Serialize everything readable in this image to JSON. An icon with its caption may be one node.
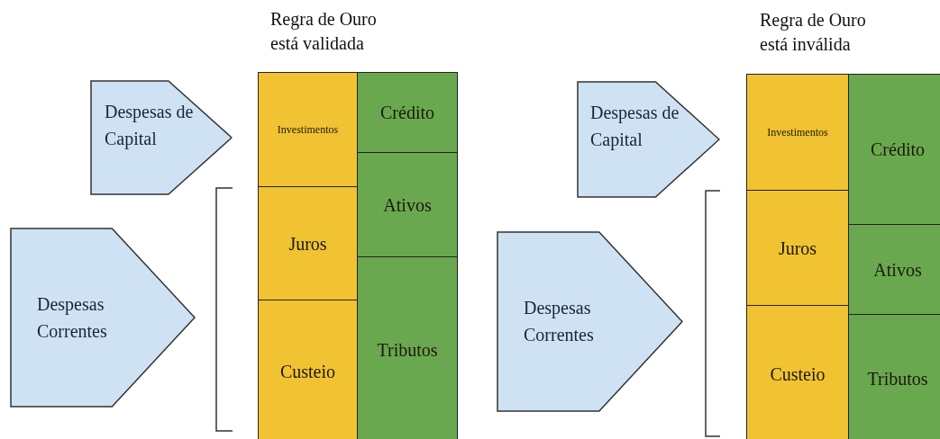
{
  "diagram": {
    "nodes": [
      {
        "text": [
          "Despesas de Capital"
        ]
      },
      {
        "text": [
          "Despesas Correntes"
        ]
      },
      {
        "text": [
          "Investimentos"
        ]
      },
      {
        "text": [
          "Crédito"
        ]
      },
      {
        "text": [
          "Juros"
        ]
      },
      {
        "text": [
          "Ativos"
        ]
      },
      {
        "text": [
          "Custeio"
        ]
      },
      {
        "text": [
          "Tributos"
        ]
      },
      {
        "text": [
          "Despesas de Capital"
        ]
      },
      {
        "text": [
          "Despesas Correntes"
        ]
      },
      {
        "text": [
          "Investimentos"
        ]
      },
      {
        "text": [
          "Crédito"
        ]
      },
      {
        "text": [
          "Juros"
        ]
      },
      {
        "text": [
          "Ativos"
        ]
      },
      {
        "text": [
          "Custeio"
        ]
      },
      {
        "text": [
          "Tributos"
        ]
      }
    ],
    "edges": [],
    "labels": [
      "Regra de Ouro está validada",
      "Regra de Ouro está inválida"
    ]
  }
}
